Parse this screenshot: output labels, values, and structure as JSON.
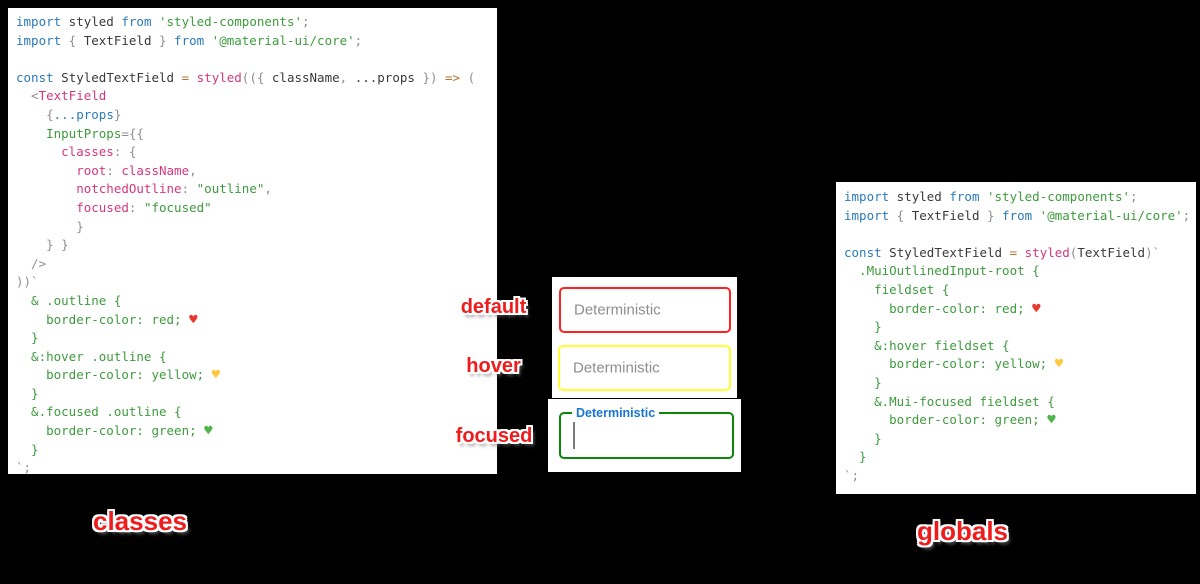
{
  "labels": {
    "default": "default",
    "hover": "hover",
    "focused": "focused",
    "classes": "classes",
    "globals": "globals"
  },
  "fields": {
    "default": {
      "placeholder": "Deterministic",
      "border_color": "#ff2222"
    },
    "hover": {
      "placeholder": "Deterministic",
      "border_color": "#ffff33"
    },
    "focused": {
      "label": "Deterministic",
      "border_color": "#0a870a",
      "label_color": "#1976d2"
    }
  },
  "colors": {
    "background": "#000000",
    "panel": "#ffffff",
    "keyword_blue": "#2b7ab8",
    "string_green": "#3e9b3e",
    "pink": "#d5377f",
    "label_red": "#ee1c1c",
    "heart_red": "#e8372c",
    "heart_yellow": "#ffc83d",
    "heart_green": "#4fb54a"
  },
  "code": {
    "left": {
      "lines": [
        [
          [
            "k",
            "import"
          ],
          [
            "p",
            " styled "
          ],
          [
            "k",
            "from"
          ],
          [
            "s",
            " 'styled-components'"
          ],
          [
            "g",
            ";"
          ]
        ],
        [
          [
            "k",
            "import"
          ],
          [
            "g",
            " { "
          ],
          [
            "p",
            "TextField"
          ],
          [
            "g",
            " } "
          ],
          [
            "k",
            "from"
          ],
          [
            "s",
            " '@material-ui/core'"
          ],
          [
            "g",
            ";"
          ]
        ],
        [],
        [
          [
            "k",
            "const"
          ],
          [
            "p",
            " StyledTextField "
          ],
          [
            "o",
            "="
          ],
          [
            "p",
            " "
          ],
          [
            "m",
            "styled"
          ],
          [
            "g",
            "(({ "
          ],
          [
            "p",
            "className"
          ],
          [
            "g",
            ", "
          ],
          [
            "p",
            "...props"
          ],
          [
            "g",
            " }) "
          ],
          [
            "o",
            "=>"
          ],
          [
            "g",
            " ("
          ]
        ],
        [
          [
            "g",
            "  <"
          ],
          [
            "m",
            "TextField"
          ]
        ],
        [
          [
            "g",
            "    {"
          ],
          [
            "k",
            "...props"
          ],
          [
            "g",
            "}"
          ]
        ],
        [
          [
            "s",
            "    InputProps"
          ],
          [
            "g",
            "={{"
          ]
        ],
        [
          [
            "m",
            "      classes"
          ],
          [
            "g",
            ": {"
          ]
        ],
        [
          [
            "m",
            "        root"
          ],
          [
            "g",
            ": "
          ],
          [
            "m",
            "className"
          ],
          [
            "g",
            ","
          ]
        ],
        [
          [
            "m",
            "        notchedOutline"
          ],
          [
            "g",
            ": "
          ],
          [
            "s",
            "\"outline\""
          ],
          [
            "g",
            ","
          ]
        ],
        [
          [
            "m",
            "        focused"
          ],
          [
            "g",
            ": "
          ],
          [
            "s",
            "\"focused\""
          ]
        ],
        [
          [
            "g",
            "        }"
          ]
        ],
        [
          [
            "g",
            "    } }"
          ]
        ],
        [
          [
            "g",
            "  />"
          ]
        ],
        [
          [
            "g",
            "))`"
          ]
        ],
        [
          [
            "s",
            "  & .outline {"
          ]
        ],
        [
          [
            "s",
            "    border-color: red; "
          ],
          [
            "hr",
            "♥"
          ]
        ],
        [
          [
            "s",
            "  }"
          ]
        ],
        [
          [
            "s",
            "  &:hover .outline {"
          ]
        ],
        [
          [
            "s",
            "    border-color: yellow; "
          ],
          [
            "hy",
            "♥"
          ]
        ],
        [
          [
            "s",
            "  }"
          ]
        ],
        [
          [
            "s",
            "  &.focused .outline {"
          ]
        ],
        [
          [
            "s",
            "    border-color: green; "
          ],
          [
            "hg",
            "♥"
          ]
        ],
        [
          [
            "s",
            "  }"
          ]
        ],
        [
          [
            "g",
            "`;"
          ]
        ]
      ]
    },
    "right": {
      "lines": [
        [
          [
            "k",
            "import"
          ],
          [
            "p",
            " styled "
          ],
          [
            "k",
            "from"
          ],
          [
            "s",
            " 'styled-components'"
          ],
          [
            "g",
            ";"
          ]
        ],
        [
          [
            "k",
            "import"
          ],
          [
            "g",
            " { "
          ],
          [
            "p",
            "TextField"
          ],
          [
            "g",
            " } "
          ],
          [
            "k",
            "from"
          ],
          [
            "s",
            " '@material-ui/core'"
          ],
          [
            "g",
            ";"
          ]
        ],
        [],
        [
          [
            "k",
            "const"
          ],
          [
            "p",
            " StyledTextField "
          ],
          [
            "o",
            "="
          ],
          [
            "p",
            " "
          ],
          [
            "m",
            "styled"
          ],
          [
            "g",
            "("
          ],
          [
            "p",
            "TextField"
          ],
          [
            "g",
            ")`"
          ]
        ],
        [
          [
            "s",
            "  .MuiOutlinedInput-root {"
          ]
        ],
        [
          [
            "s",
            "    fieldset {"
          ]
        ],
        [
          [
            "s",
            "      border-color: red; "
          ],
          [
            "hr",
            "♥"
          ]
        ],
        [
          [
            "s",
            "    }"
          ]
        ],
        [
          [
            "s",
            "    &:hover fieldset {"
          ]
        ],
        [
          [
            "s",
            "      border-color: yellow; "
          ],
          [
            "hy",
            "♥"
          ]
        ],
        [
          [
            "s",
            "    }"
          ]
        ],
        [
          [
            "s",
            "    &.Mui-focused fieldset {"
          ]
        ],
        [
          [
            "s",
            "      border-color: green; "
          ],
          [
            "hg",
            "♥"
          ]
        ],
        [
          [
            "s",
            "    }"
          ]
        ],
        [
          [
            "s",
            "  }"
          ]
        ],
        [
          [
            "g",
            "`;"
          ]
        ]
      ]
    }
  }
}
